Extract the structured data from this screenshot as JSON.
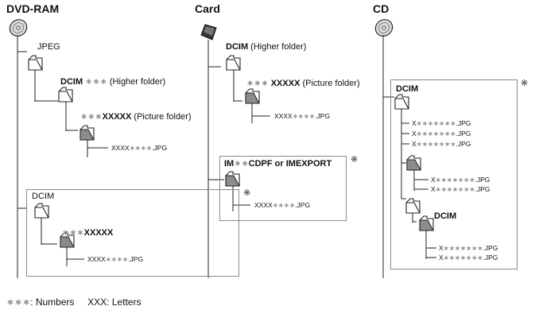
{
  "headings": {
    "dvd": "DVD-RAM",
    "card": "Card",
    "cd": "CD"
  },
  "dvd": {
    "jpeg": "JPEG",
    "dcim": "DCIM",
    "stars": "∗∗∗",
    "higher": "(Higher folder)",
    "picture_prefix": "∗∗∗",
    "picture_name": "XXXXX",
    "picture": "(Picture folder)",
    "file_letters": "XXXX",
    "file_nums": "∗∗∗∗",
    "file_ext": ".JPG",
    "box": {
      "dcim": "DCIM",
      "mark": "※",
      "prefix": "∗∗∗",
      "name": "XXXXX",
      "file_letters": "XXXX",
      "file_nums": "∗∗∗∗",
      "file_ext": ".JPG"
    }
  },
  "card": {
    "dcim": "DCIM",
    "higher": "(Higher folder)",
    "prefix": "∗∗∗",
    "name": "XXXXX",
    "picture": "(Picture folder)",
    "file_letters": "XXXX",
    "file_nums": "∗∗∗∗",
    "file_ext": ".JPG",
    "box": {
      "im": "IM",
      "im_stars": "∗∗",
      "title_rest": "CDPF or IMEXPORT",
      "mark": "※",
      "file_letters": "XXXX",
      "file_nums": "∗∗∗∗",
      "file_ext": ".JPG"
    }
  },
  "cd": {
    "mark": "※",
    "dcim_top": "DCIM",
    "dcim_sub": "DCIM",
    "file_x": "X",
    "file_stars": "∗∗∗∗∗∗∗",
    "file_ext": ".JPG"
  },
  "legend": {
    "numbers_stars": "∗∗∗",
    "numbers_label": ": Numbers",
    "letters": "XXX: Letters"
  }
}
